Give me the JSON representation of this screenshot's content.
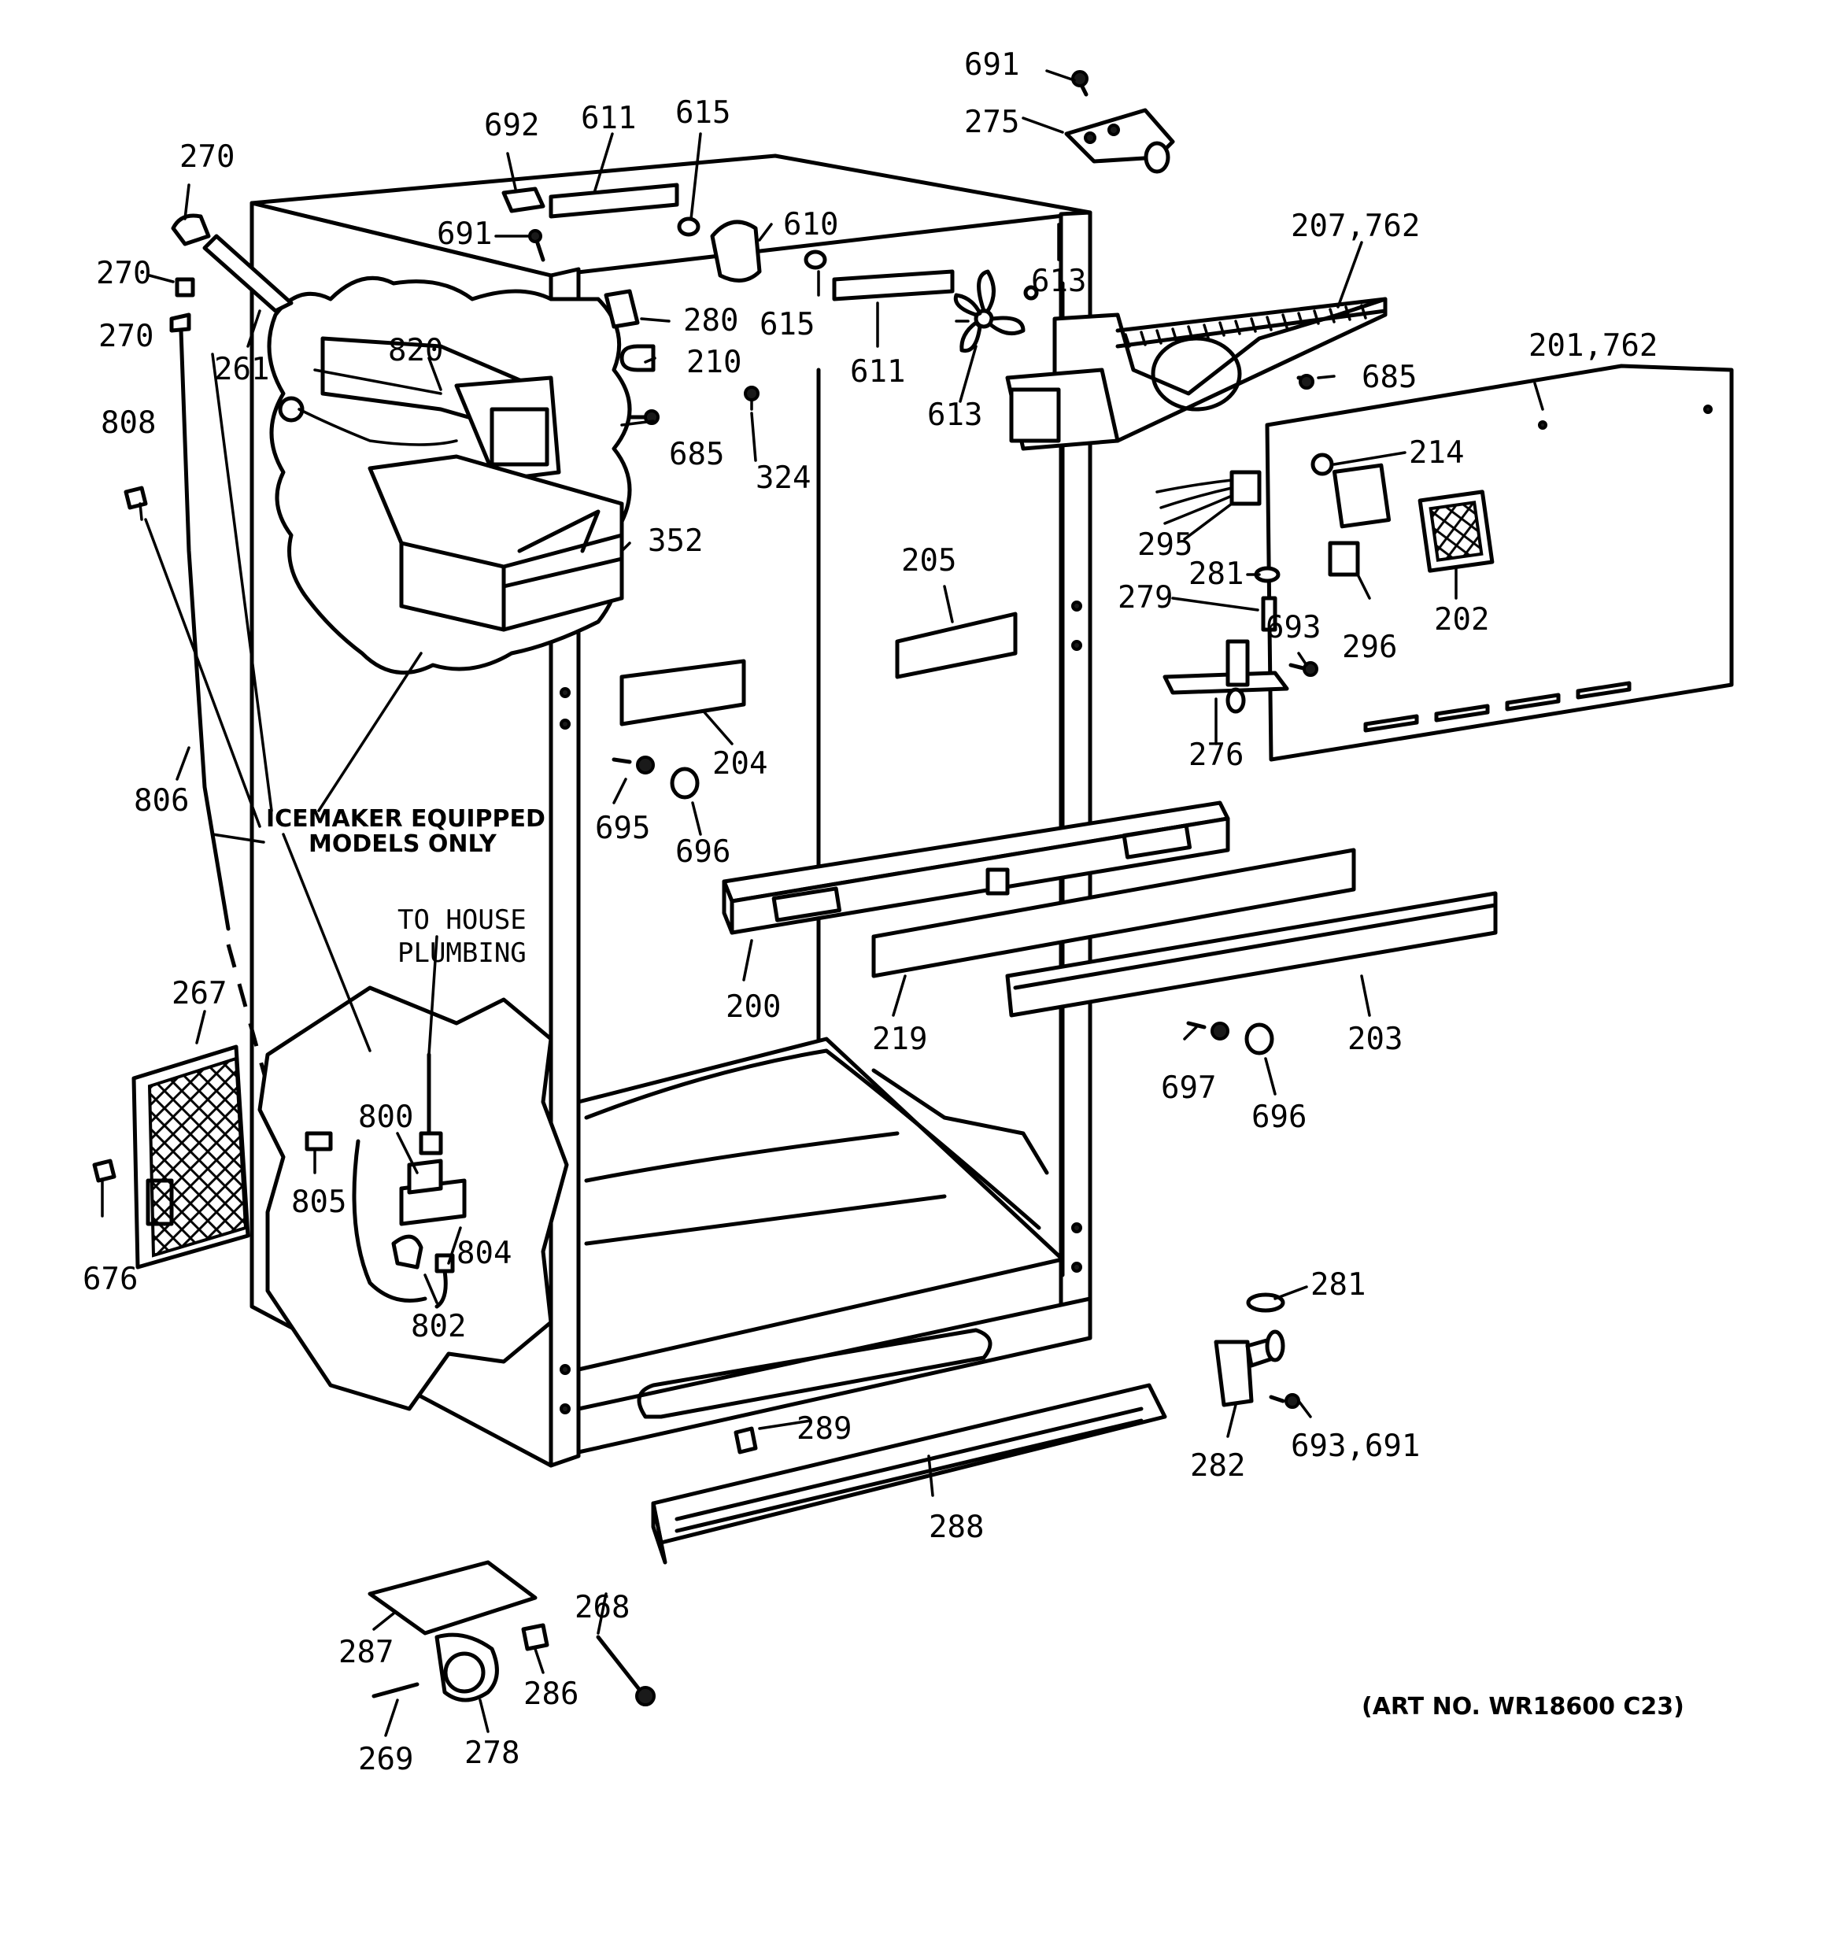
{
  "diagram": {
    "note_icemaker_line1": "ICEMAKER EQUIPPED",
    "note_icemaker_line2": "MODELS ONLY",
    "note_plumbing_line1": "TO HOUSE",
    "note_plumbing_line2": "PLUMBING",
    "art_number": "(ART NO. WR18600 C23)",
    "labels": {
      "l691a": "691",
      "l275": "275",
      "l692": "692",
      "l611a": "611",
      "l615a": "615",
      "l270a": "270",
      "l610": "610",
      "l691b": "691",
      "l270b": "270",
      "l613a": "613",
      "l207": "207,762",
      "l615b": "615",
      "l280": "280",
      "l270c": "270",
      "l611b": "611",
      "l261": "261",
      "l820": "820",
      "l210": "210",
      "l201": "201,762",
      "l685a": "685",
      "l613b": "613",
      "l808": "808",
      "l685b": "685",
      "l324": "324",
      "l214": "214",
      "l352": "352",
      "l295": "295",
      "l205": "205",
      "l281a": "281",
      "l279": "279",
      "l693a": "693",
      "l296": "296",
      "l202": "202",
      "l204": "204",
      "l276": "276",
      "l806": "806",
      "l695": "695",
      "l696a": "696",
      "l200": "200",
      "l219": "219",
      "l203": "203",
      "l267": "267",
      "l697": "697",
      "l696b": "696",
      "l800": "800",
      "l805": "805",
      "l804": "804",
      "l676": "676",
      "l802": "802",
      "l281b": "281",
      "l289": "289",
      "l693b": "693,691",
      "l282": "282",
      "l288": "288",
      "l268": "268",
      "l287": "287",
      "l286": "286",
      "l269": "269",
      "l278": "278"
    }
  }
}
